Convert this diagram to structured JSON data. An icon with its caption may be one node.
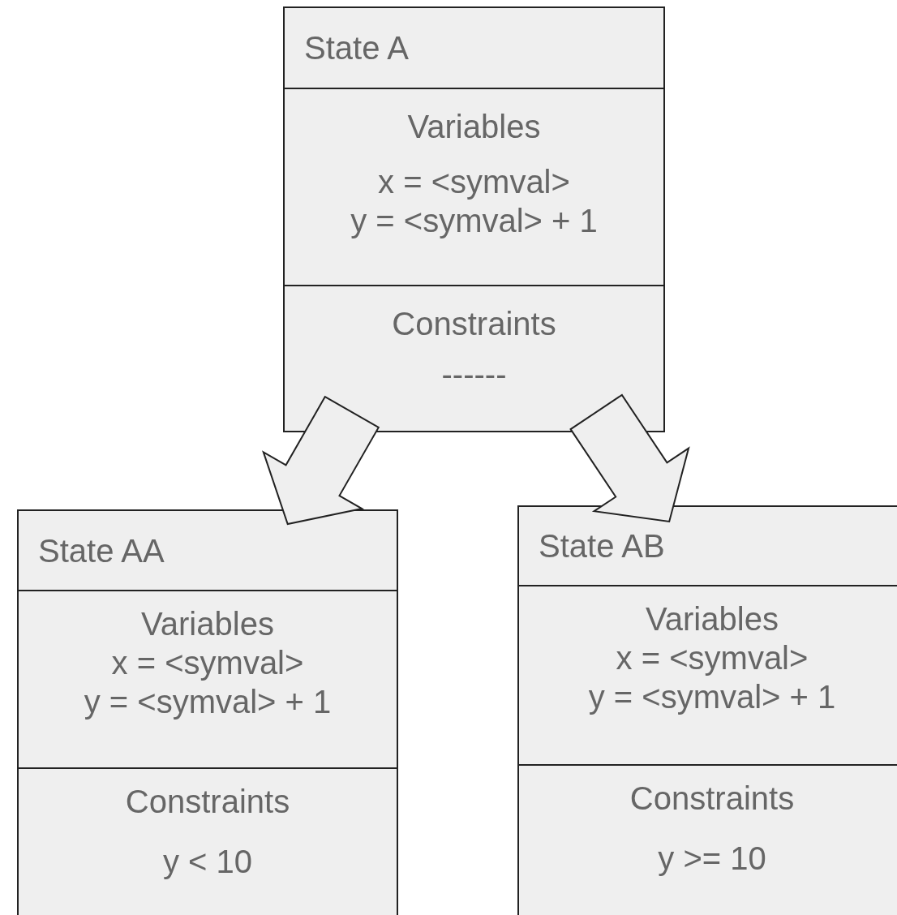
{
  "diagram": {
    "nodes": [
      {
        "text": [
          "State A",
          "Variables",
          "x = <symval> y = <symval> + 1",
          "Constraints",
          "------"
        ]
      },
      {
        "text": [
          "State AA",
          "Variables",
          "x = <symval> y = <symval> + 1",
          "Constraints",
          "y < 10"
        ]
      },
      {
        "text": [
          "State AB",
          "Variables",
          "x = <symval> y = <symval> + 1",
          "Constraints",
          "y >= 10"
        ]
      }
    ],
    "edges": [
      {
        "from": 0,
        "to": 1,
        "arrow": "to"
      },
      {
        "from": 0,
        "to": 2,
        "arrow": "to"
      }
    ]
  }
}
